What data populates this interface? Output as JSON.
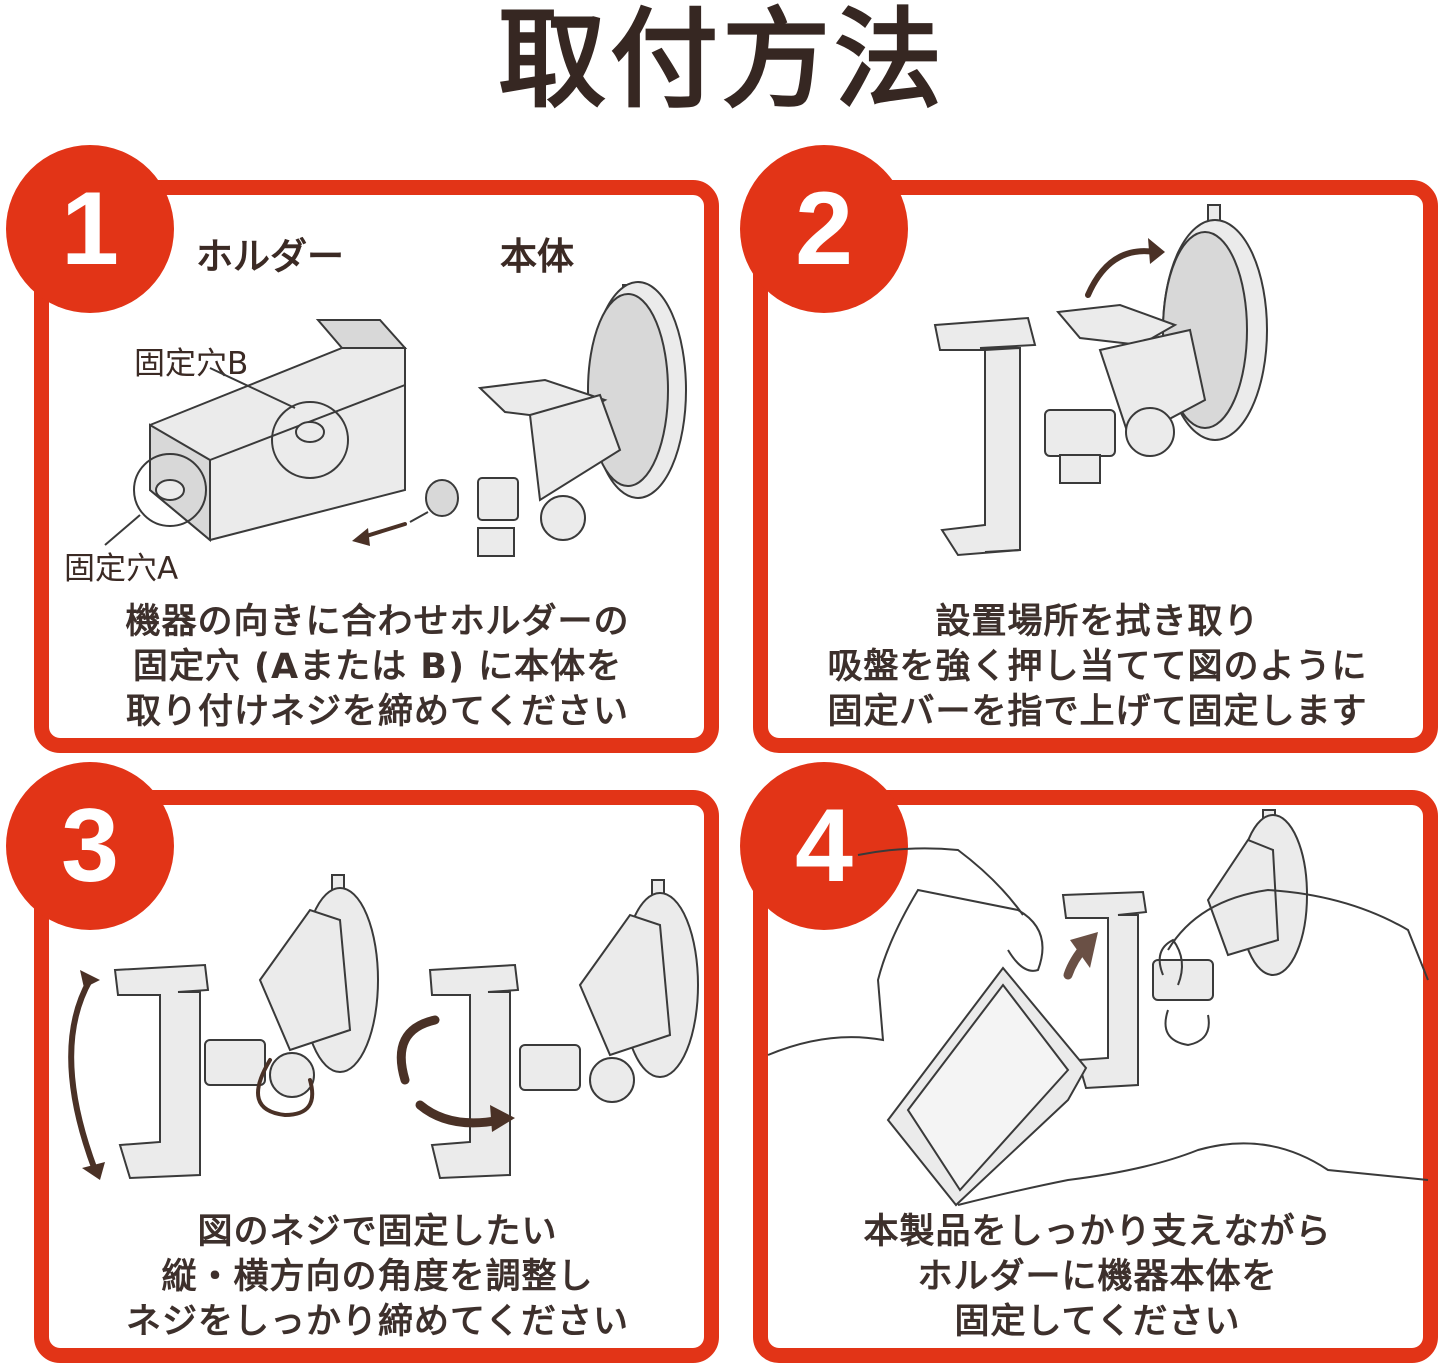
{
  "title": "取付方法",
  "colors": {
    "accent": "#e23417",
    "text": "#3b2a24"
  },
  "steps": [
    {
      "number": "1",
      "labels": {
        "holder": "ホルダー",
        "body": "本体",
        "hole_b": "固定穴B",
        "hole_a": "固定穴A"
      },
      "lines": [
        "機器の向きに合わせホルダーの",
        "固定穴 (Aまたは B) に本体を",
        "取り付けネジを締めてください"
      ]
    },
    {
      "number": "2",
      "lines": [
        "設置場所を拭き取り",
        "吸盤を強く押し当てて図のように",
        "固定バーを指で上げて固定します"
      ]
    },
    {
      "number": "3",
      "lines": [
        "図のネジで固定したい",
        "縦・横方向の角度を調整し",
        "ネジをしっかり締めてください"
      ]
    },
    {
      "number": "4",
      "lines": [
        "本製品をしっかり支えながら",
        "ホルダーに機器本体を",
        "固定してください"
      ]
    }
  ]
}
